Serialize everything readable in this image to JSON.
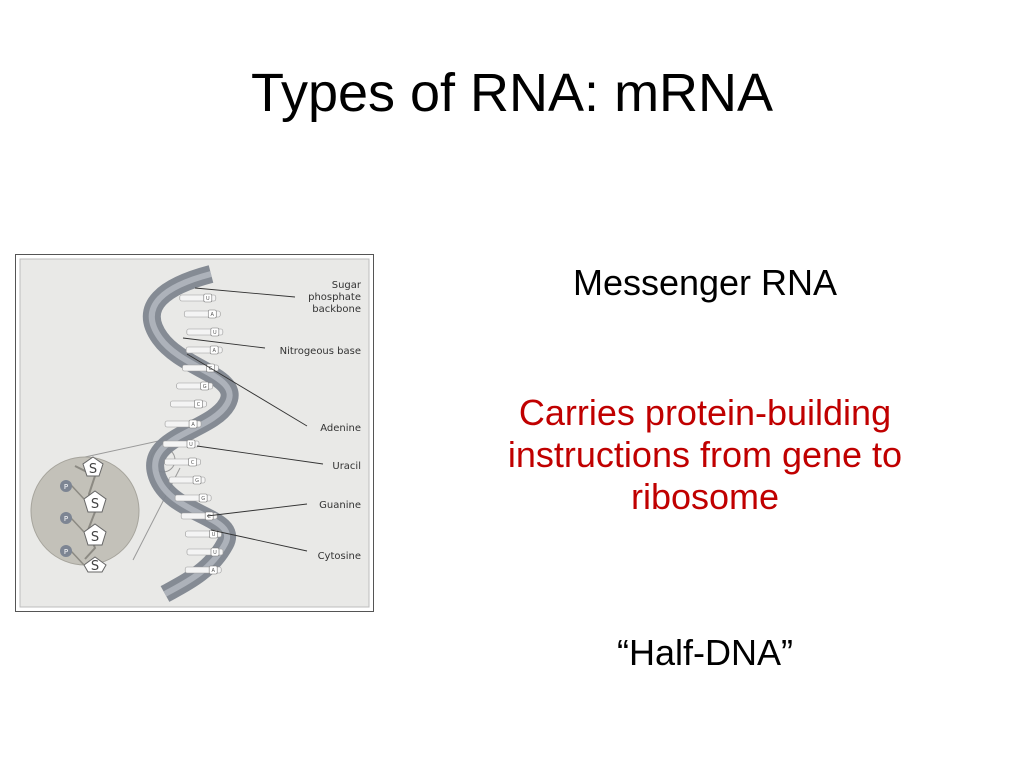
{
  "slide": {
    "title": "Types of RNA:  mRNA",
    "subtitle": "Messenger RNA",
    "description": "Carries protein-building instructions from gene to ribosome",
    "nickname": "“Half-DNA”"
  },
  "diagram": {
    "labels": {
      "sugar_line1": "Sugar",
      "sugar_line2": "phosphate",
      "sugar_line3": "backbone",
      "nitrogeous": "Nitrogeous base",
      "adenine": "Adenine",
      "uracil": "Uracil",
      "guanine": "Guanine",
      "cytosine": "Cytosine"
    },
    "base_letters": [
      "U",
      "A",
      "U",
      "A",
      "C",
      "G",
      "C",
      "A",
      "U",
      "C",
      "G",
      "G",
      "C",
      "U"
    ],
    "sugar_symbol": "S",
    "phosphate_symbol": "P"
  },
  "colors": {
    "title": "#000000",
    "description": "#c00000",
    "panel_bg": "#e9e9e7",
    "backbone": "#8a9099",
    "zoom_circle": "#c3c1b9",
    "phosphate": "#7d8593"
  }
}
